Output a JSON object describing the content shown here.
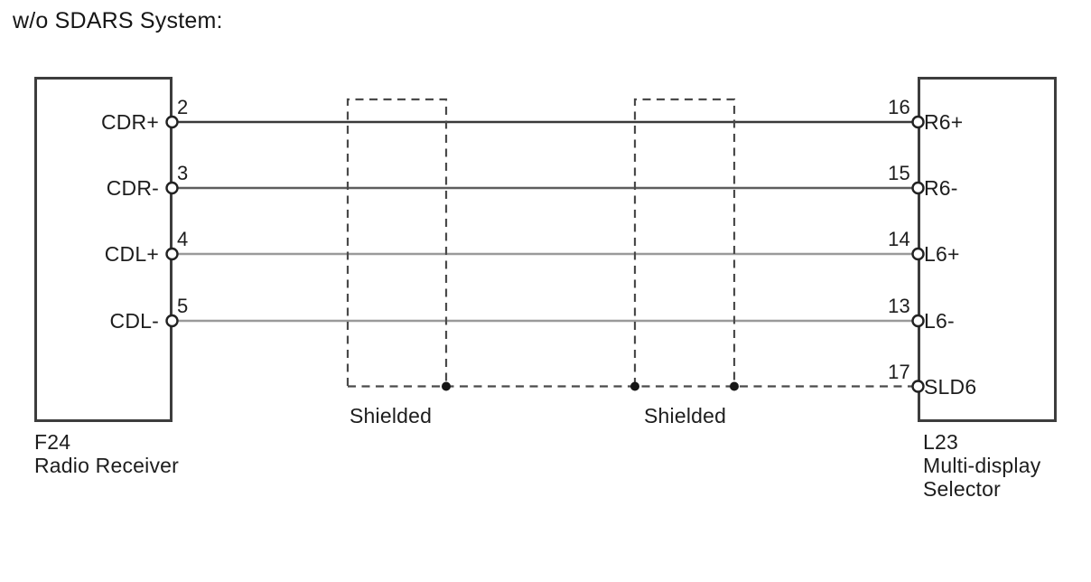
{
  "title": "w/o SDARS System:",
  "left_connector": {
    "code": "F24",
    "name": "Radio Receiver",
    "pins": [
      {
        "number": "2",
        "label": "CDR+"
      },
      {
        "number": "3",
        "label": "CDR-"
      },
      {
        "number": "4",
        "label": "CDL+"
      },
      {
        "number": "5",
        "label": "CDL-"
      }
    ]
  },
  "right_connector": {
    "code": "L23",
    "name_line1": "Multi-display",
    "name_line2": "Selector",
    "pins": [
      {
        "number": "16",
        "label": "R6+"
      },
      {
        "number": "15",
        "label": "R6-"
      },
      {
        "number": "14",
        "label": "L6+"
      },
      {
        "number": "13",
        "label": "L6-"
      },
      {
        "number": "17",
        "label": "SLD6"
      }
    ]
  },
  "wires": [
    {
      "from_pin": "2",
      "from_signal": "CDR+",
      "to_pin": "16",
      "to_signal": "R6+",
      "color": "#3a3a3a",
      "style": "solid"
    },
    {
      "from_pin": "3",
      "from_signal": "CDR-",
      "to_pin": "15",
      "to_signal": "R6-",
      "color": "#5e5e5e",
      "style": "solid"
    },
    {
      "from_pin": "4",
      "from_signal": "CDL+",
      "to_pin": "14",
      "to_signal": "L6+",
      "color": "#9a9a9a",
      "style": "solid"
    },
    {
      "from_pin": "5",
      "from_signal": "CDL-",
      "to_pin": "13",
      "to_signal": "L6-",
      "color": "#9a9a9a",
      "style": "solid"
    },
    {
      "from_pin": "shield",
      "from_signal": "Shield",
      "to_pin": "17",
      "to_signal": "SLD6",
      "color": "#4a4a4a",
      "style": "dashed"
    }
  ],
  "shield_labels": [
    "Shielded",
    "Shielded"
  ],
  "colors": {
    "box_border": "#3d3d3d",
    "text": "#1d1d1d",
    "dash": "#4a4a4a",
    "background": "#ffffff"
  }
}
